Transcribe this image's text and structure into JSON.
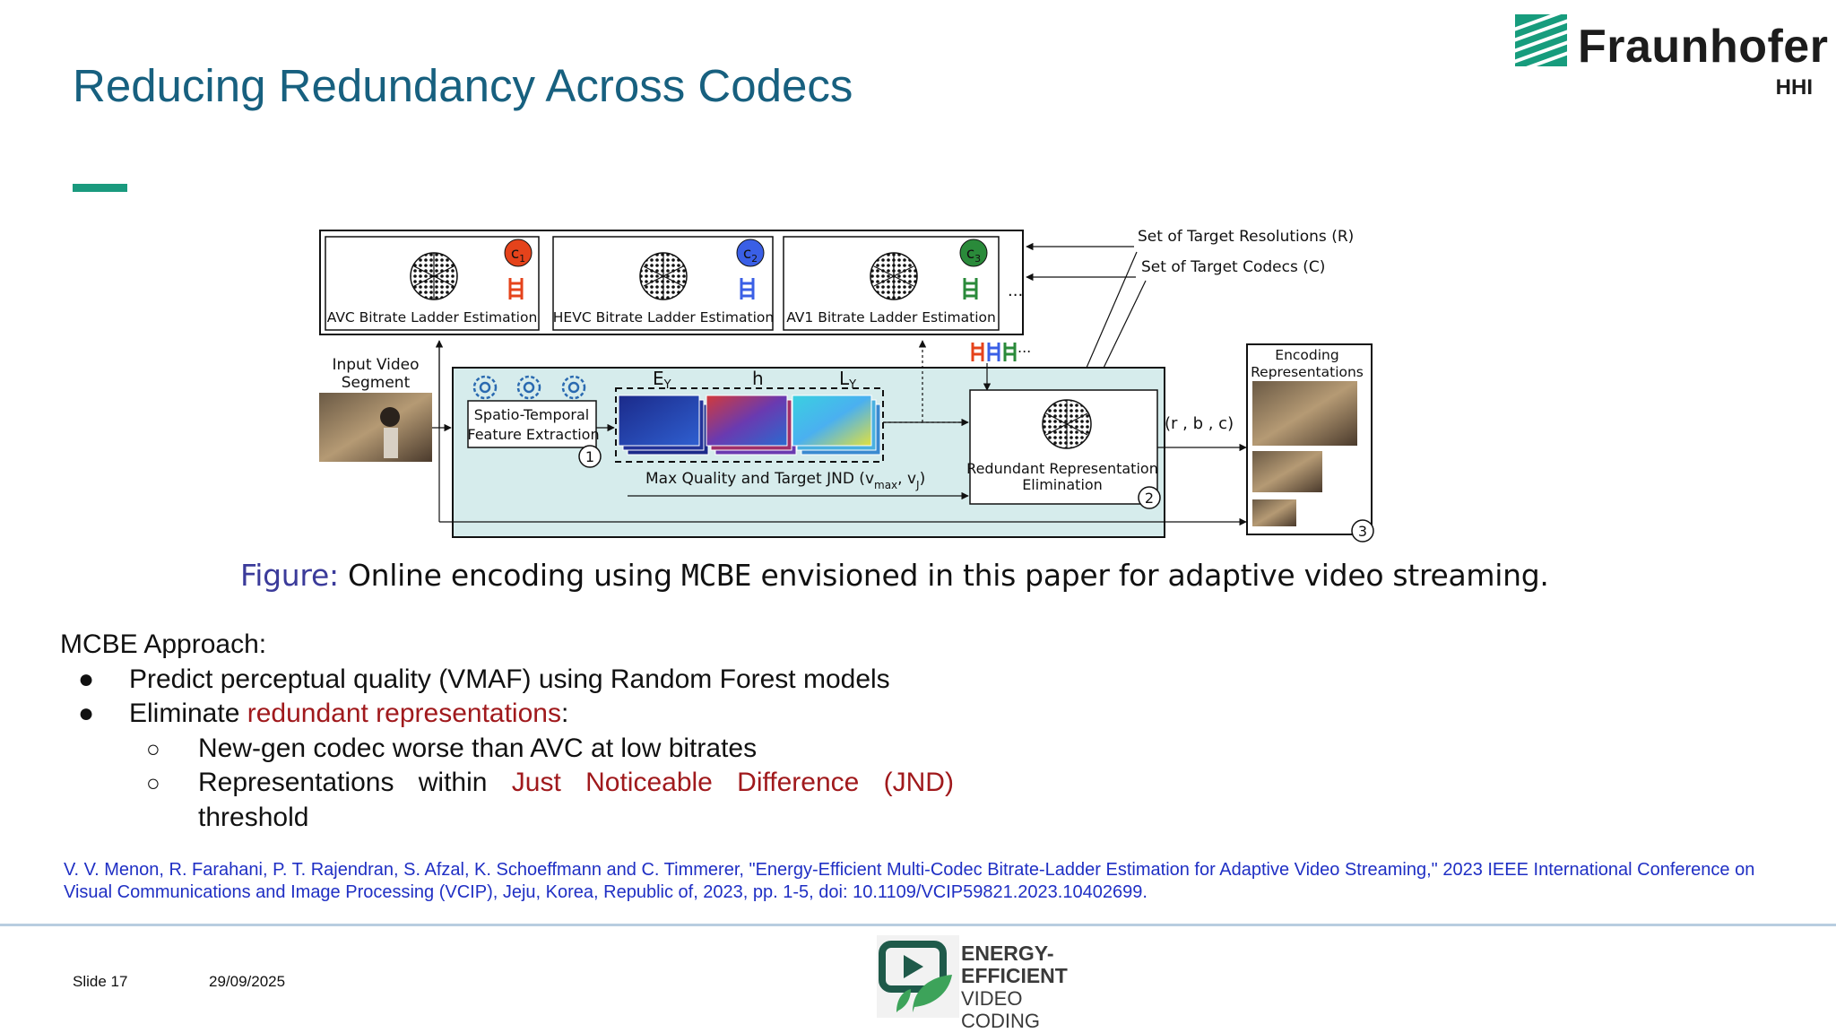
{
  "slide": {
    "title": "Reducing Redundancy Across Codecs",
    "logo": {
      "name": "Fraunhofer",
      "sub": "HHI"
    },
    "footer": {
      "slide_number": "Slide 17",
      "date": "29/09/2025",
      "badge_lines": [
        "ENERGY-",
        "EFFICIENT",
        "VIDEO CODING"
      ]
    }
  },
  "figure": {
    "caption_prefix": "Figure:",
    "caption_part1": "Online encoding using",
    "caption_mono": "MCBE",
    "caption_part2": "envisioned in this paper for adaptive video streaming.",
    "modules": {
      "avc": {
        "label": "AVC Bitrate Ladder Estimation",
        "codec": "c1"
      },
      "hevc": {
        "label": "HEVC Bitrate Ladder Estimation",
        "codec": "c2"
      },
      "av1": {
        "label": "AV1 Bitrate Ladder Estimation",
        "codec": "c3"
      }
    },
    "ellipsis": "...",
    "inputs": {
      "resolutions": "Set of Target Resolutions (R)",
      "codecs": "Set of Target Codecs (C)"
    },
    "input_video": [
      "Input Video",
      "Segment"
    ],
    "feature_box": [
      "Spatio-Temporal",
      "Feature Extraction"
    ],
    "features": {
      "e": "E",
      "e_sub": "Y",
      "h": "h",
      "l": "L",
      "l_sub": "Y"
    },
    "max_quality": {
      "text": "Max Quality and Target JND (v",
      "sub1": "max",
      "comma": ", v",
      "sub2": "J",
      "close": ")"
    },
    "elimination": [
      "Redundant Representation",
      "Elimination"
    ],
    "output_tuple": "(r , b , c)",
    "output_box": [
      "Encoding",
      "Representations"
    ],
    "steps": [
      "1",
      "2",
      "3"
    ],
    "colors": {
      "c1": "#e5431b",
      "c2": "#3a5fe6",
      "c3": "#2a8a3a",
      "panel": "#d6ecec"
    }
  },
  "approach": {
    "heading": "MCBE Approach:",
    "bullets": [
      {
        "text": "Predict perceptual quality (VMAF) using Random Forest models"
      },
      {
        "prefix": "Eliminate ",
        "highlight": "redundant representations",
        "suffix": ":"
      }
    ],
    "sub_bullets": [
      {
        "text": "New-gen codec worse than AVC at low bitrates"
      },
      {
        "w1": "Representations",
        "w2": "within",
        "h1": "Just",
        "h2": "Noticeable",
        "h3": "Difference",
        "h4": "(JND)",
        "rest": "threshold"
      }
    ],
    "bullet_marker": "●",
    "sub_marker": "○"
  },
  "reference": "V. V. Menon, R. Farahani, P. T. Rajendran, S. Afzal, K. Schoeffmann and C. Timmerer, \"Energy-Efficient Multi-Codec Bitrate-Ladder Estimation for Adaptive Video Streaming,\" 2023 IEEE International Conference on Visual Communications and Image Processing (VCIP), Jeju, Korea, Republic of, 2023, pp. 1-5, doi: 10.1109/VCIP59821.2023.10402699."
}
